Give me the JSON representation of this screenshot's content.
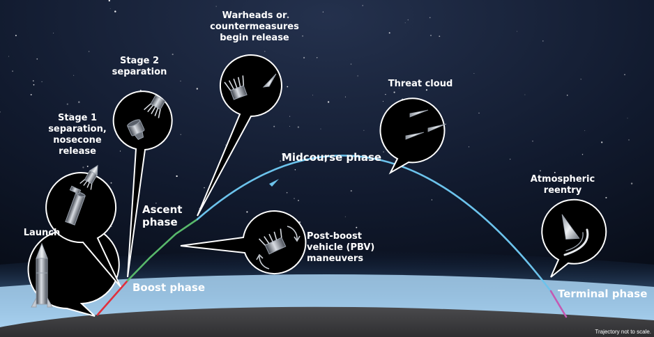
{
  "stages": {
    "launch": "Launch",
    "stage1": "Stage 1\nseparation,\nnosecone\nrelease",
    "stage2": "Stage 2\nseparation",
    "warheads": "Warheads or\ncountermeasures\nbegin release",
    "threat_cloud": "Threat cloud",
    "pbv": "Post-boost\nvehicle (PBV)\nmaneuvers",
    "reentry": "Atmospheric\nreentry"
  },
  "phases": {
    "boost": "Boost phase",
    "ascent": "Ascent\nphase",
    "midcourse": "Midcourse phase",
    "terminal": "Terminal phase"
  },
  "note": "Trajectory not to scale.",
  "colors": {
    "background": "#0b1424",
    "earth": "#3d3d3f",
    "atmosphere": "#bfe0f7",
    "boost_segment": "#e0303c",
    "ascent_segment": "#58b86b",
    "midcourse_segment": "#6cc3ec",
    "terminal_segment": "#c459b2",
    "bubble_outline": "#ffffff",
    "label_text": "#ffffff"
  },
  "icons": [
    "missile-icon",
    "stage1-icon",
    "stage2-icon",
    "warhead-release-icon",
    "threat-cloud-icon",
    "pbv-icon",
    "reentry-vehicle-icon"
  ]
}
